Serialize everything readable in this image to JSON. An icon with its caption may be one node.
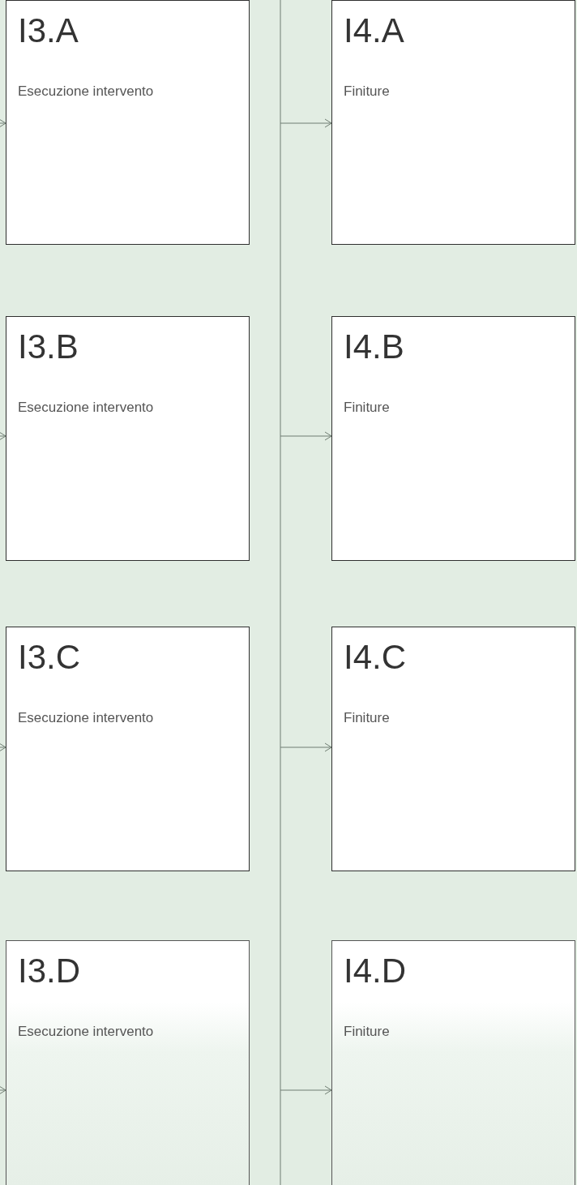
{
  "diagram": {
    "nodes": [
      {
        "text": [
          "I3.A",
          "Esecuzione intervento"
        ]
      },
      {
        "text": [
          "I4.A",
          "Finiture"
        ]
      },
      {
        "text": [
          "I3.B",
          "Esecuzione intervento"
        ]
      },
      {
        "text": [
          "I4.B",
          "Finiture"
        ]
      },
      {
        "text": [
          "I3.C",
          "Esecuzione intervento"
        ]
      },
      {
        "text": [
          "I4.C",
          "Finiture"
        ]
      },
      {
        "text": [
          "I3.D",
          "Esecuzione intervento"
        ]
      },
      {
        "text": [
          "I4.D",
          "Finiture"
        ]
      }
    ],
    "edges": [
      {
        "from": null,
        "to": 0,
        "arrow": "to"
      },
      {
        "from": null,
        "to": 1,
        "arrow": "to"
      },
      {
        "from": null,
        "to": 2,
        "arrow": "to"
      },
      {
        "from": null,
        "to": 3,
        "arrow": "to"
      },
      {
        "from": null,
        "to": 4,
        "arrow": "to"
      },
      {
        "from": null,
        "to": 5,
        "arrow": "to"
      },
      {
        "from": null,
        "to": 6,
        "arrow": "to"
      },
      {
        "from": null,
        "to": 7,
        "arrow": "to"
      }
    ]
  }
}
